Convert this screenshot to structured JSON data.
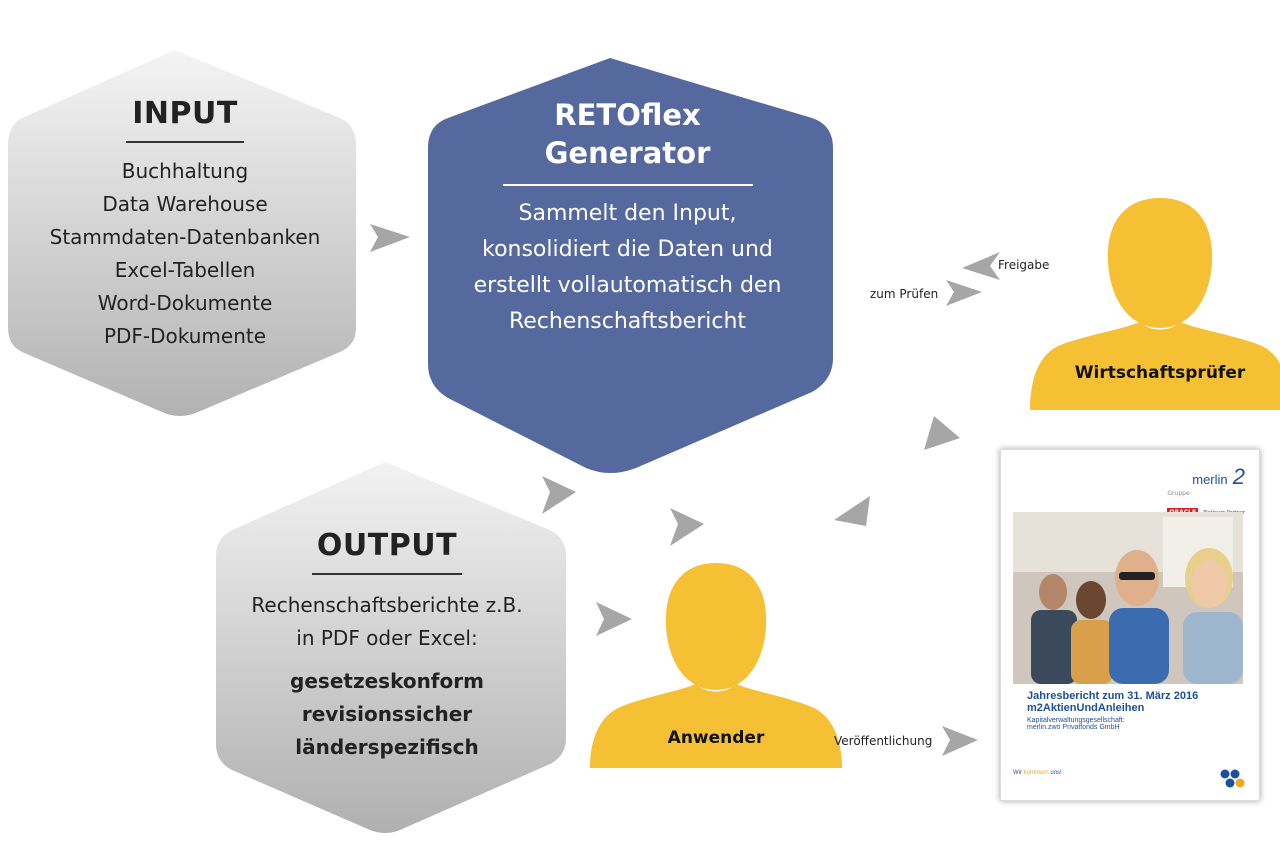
{
  "colors": {
    "generator": "#56699f",
    "hex_gray_light": "#f2f2f2",
    "hex_gray_dark": "#b4b4b4",
    "person": "#f5c034",
    "arrow": "#a6a6a6",
    "report_blue": "#1f4e9c",
    "report_accent": "#f5a623"
  },
  "input": {
    "title": "INPUT",
    "items": [
      "Buchhaltung",
      "Data Warehouse",
      "Stammdaten-Datenbanken",
      "Excel-Tabellen",
      "Word-Dokumente",
      "PDF-Dokumente"
    ]
  },
  "generator": {
    "title_line1": "RETOflex",
    "title_line2": "Generator",
    "desc": [
      "Sammelt den Input,",
      "konsolidiert die Daten und",
      "erstellt vollautomatisch den",
      "Rechenschaftsbericht"
    ]
  },
  "output": {
    "title": "OUTPUT",
    "lines": [
      "Rechenschaftsberichte z.B.",
      "in PDF oder Excel:"
    ],
    "bold_items": [
      "gesetzeskonform",
      "revisionssicher",
      "länderspezifisch"
    ]
  },
  "persons": {
    "auditor": "Wirtschaftsprüfer",
    "user": "Anwender"
  },
  "arrow_labels": {
    "release": "Freigabe",
    "check": "zum Prüfen",
    "publish": "Veröffentlichung"
  },
  "report": {
    "brand": "merlin",
    "brand_sub": "Gruppe",
    "partner_logo": "ORACLE",
    "partner_text": "Platinum Partner",
    "title_line1": "Jahresbericht zum 31. März 2016",
    "title_line2": "m2AktienUndAnleihen",
    "sub_line1": "Kapitalverwaltungsgesellschaft:",
    "sub_line2": "merlin.zwo Privatfonds GmbH",
    "slogan_prefix": "Wir ",
    "slogan_highlight": "kümmern",
    "slogan_suffix": " uns!"
  }
}
